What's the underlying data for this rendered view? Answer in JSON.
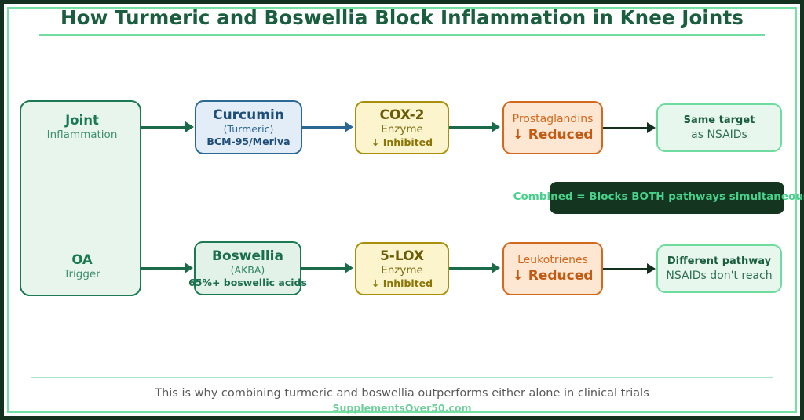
{
  "page": {
    "title": "How Turmeric and Boswellia Block Inflammation in Knee Joints",
    "frame_outer_color": "#14301f",
    "frame_inner_color": "#74e0a2"
  },
  "source": {
    "top": {
      "label": "Joint",
      "sub": "Inflammation"
    },
    "bottom": {
      "label": "OA",
      "sub": "Trigger"
    }
  },
  "pathways": [
    {
      "id": "cox-pathway",
      "supplement": {
        "name": "Curcumin",
        "source": "(Turmeric)",
        "form": "BCM-95/Meriva",
        "accent": "#1f4e79"
      },
      "enzyme": {
        "name": "COX-2",
        "type": "Enzyme",
        "status": "↓ Inhibited",
        "accent": "#a8900c"
      },
      "mediator": {
        "name": "Prostaglandins",
        "status": "↓ Reduced",
        "accent": "#d2691e"
      },
      "outcome": {
        "line1": "Same target",
        "line2": "as NSAIDs",
        "accent": "#6fdc9f"
      }
    },
    {
      "id": "lox-pathway",
      "supplement": {
        "name": "Boswellia",
        "source": "(AKBA)",
        "form": "65%+ boswellic acids",
        "accent": "#1b6e4b"
      },
      "enzyme": {
        "name": "5-LOX",
        "type": "Enzyme",
        "status": "↓ Inhibited",
        "accent": "#a8900c"
      },
      "mediator": {
        "name": "Leukotrienes",
        "status": "↓ Reduced",
        "accent": "#d2691e"
      },
      "outcome": {
        "line1": "Different pathway",
        "line2": "NSAIDs don't reach",
        "accent": "#6fdc9f"
      }
    }
  ],
  "combined_banner": {
    "text": "Combined = Blocks BOTH pathways simultaneously",
    "background": "#14351f",
    "text_color": "#49d18c"
  },
  "footer": {
    "note": "This is why combining turmeric and boswellia outperforms either alone in clinical trials",
    "brand": "SupplementsOver50.com"
  }
}
